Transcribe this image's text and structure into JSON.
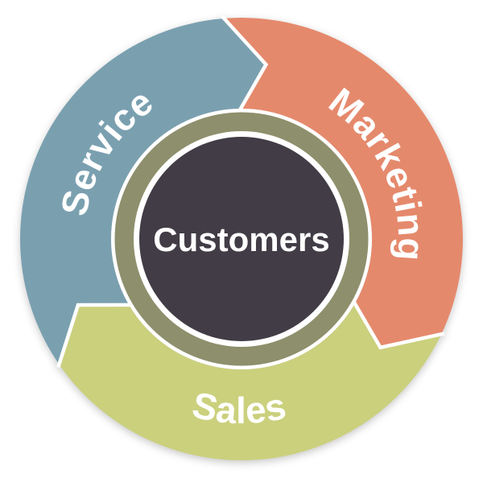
{
  "diagram": {
    "center_label": "Customers",
    "segments": [
      {
        "id": "marketing",
        "label": "Marketing",
        "color": "#E5896C"
      },
      {
        "id": "sales",
        "label": "Sales",
        "color": "#CBD07D"
      },
      {
        "id": "service",
        "label": "Service",
        "color": "#7AA0B0"
      }
    ],
    "hub": {
      "ring_color": "#8E8F6C",
      "center_color": "#423C46",
      "border_color": "#FFFFFF"
    },
    "label_color": "#FFFFFF",
    "background_color": "#FFFFFF"
  }
}
